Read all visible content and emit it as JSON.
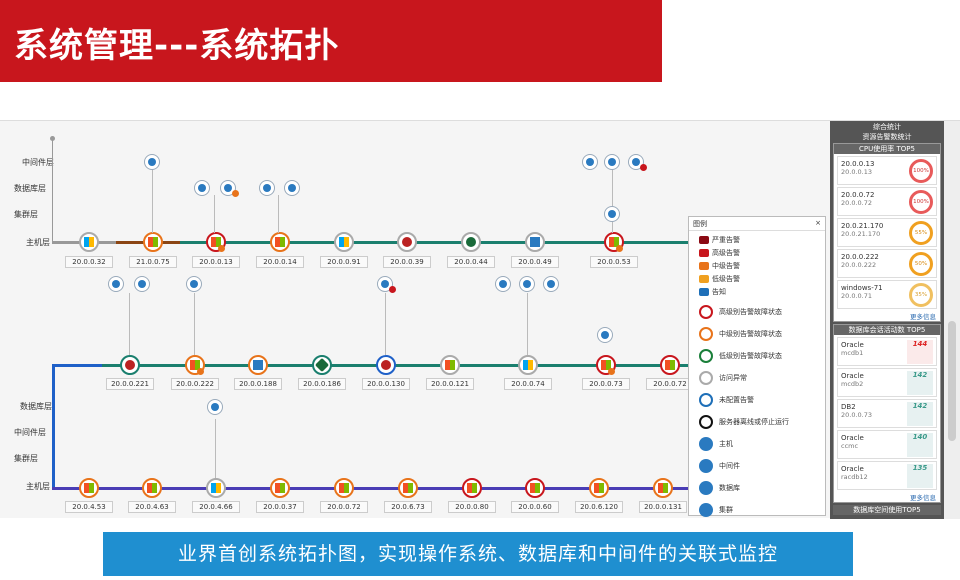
{
  "banner": {
    "title": "系统管理---系统拓扑"
  },
  "caption": {
    "text": "业界首创系统拓扑图，实现操作系统、数据库和中间件的关联式监控"
  },
  "topology": {
    "layers_top": [
      "中间件层",
      "数据库层",
      "集群层",
      "主机层"
    ],
    "layers_bottom": [
      "数据库层",
      "中间件层",
      "集群层",
      "主机层"
    ],
    "row1_ips": [
      "20.0.0.32",
      "21.0.0.75",
      "20.0.0.13",
      "20.0.0.14",
      "20.0.0.91",
      "20.0.0.39",
      "20.0.0.44",
      "20.0.0.49",
      "20.0.0.53"
    ],
    "row2_ips": [
      "20.0.0.221",
      "20.0.0.222",
      "20.0.0.188",
      "20.0.0.186",
      "20.0.0.130",
      "20.0.0.121",
      "20.0.0.74",
      "20.0.0.73",
      "20.0.0.72"
    ],
    "row3_ips": [
      "20.0.4.53",
      "20.0.4.63",
      "20.0.4.66",
      "20.0.0.37",
      "20.0.0.72",
      "20.0.6.73",
      "20.0.0.80",
      "20.0.0.60",
      "20.0.6.120",
      "20.0.0.131"
    ]
  },
  "legend": {
    "title": "图例",
    "close": "×",
    "severity": [
      "严重告警",
      "高级告警",
      "中级告警",
      "低级告警",
      "告知"
    ],
    "status": [
      "高级别告警故障状态",
      "中级别告警故障状态",
      "低级别告警故障状态",
      "访问异常",
      "未配置告警",
      "服务器离线或停止运行"
    ],
    "types": [
      "主机",
      "中间件",
      "数据库",
      "集群"
    ],
    "colors": {
      "critical": "#8b0a14",
      "high": "#c8161d",
      "mid": "#e8731a",
      "low": "#f0a020",
      "info": "#1e6fb8"
    }
  },
  "right_panel": {
    "title_line1": "综合统计",
    "title_line2": "资源告警数统计",
    "cpu": {
      "header": "CPU使用率 TOP5",
      "items": [
        {
          "name": "20.0.0.13",
          "sub": "20.0.0.13",
          "value": "100%"
        },
        {
          "name": "20.0.0.72",
          "sub": "20.0.0.72",
          "value": "100%"
        },
        {
          "name": "20.0.21.170",
          "sub": "20.0.21.170",
          "value": "55%"
        },
        {
          "name": "20.0.0.222",
          "sub": "20.0.0.222",
          "value": "50%"
        },
        {
          "name": "windows-71",
          "sub": "20.0.0.71",
          "value": "35%"
        }
      ],
      "more": "更多信息"
    },
    "db": {
      "header": "数据库会话活动数 TOP5",
      "items": [
        {
          "name": "Oracle",
          "sub": "mcdb1",
          "value": "144"
        },
        {
          "name": "Oracle",
          "sub": "mcdb2",
          "value": "142"
        },
        {
          "name": "DB2",
          "sub": "20.0.0.73",
          "value": "142"
        },
        {
          "name": "Oracle",
          "sub": "ccmc",
          "value": "140"
        },
        {
          "name": "Oracle",
          "sub": "racdb12",
          "value": "135"
        }
      ],
      "more": "更多信息"
    },
    "footer": "数据库空间使用TOP5"
  }
}
